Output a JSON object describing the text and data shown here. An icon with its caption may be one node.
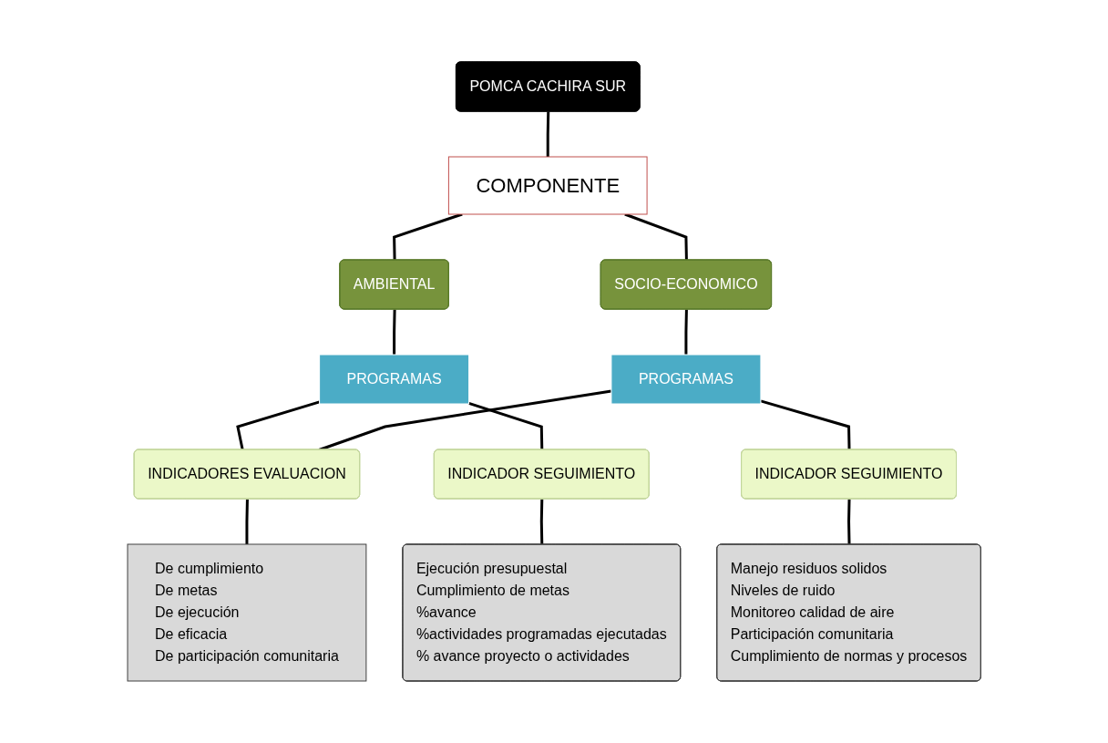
{
  "diagram": {
    "nodes": [
      {
        "text": [
          "POMCA CACHIRA SUR"
        ]
      },
      {
        "text": [
          "COMPONENTE"
        ]
      },
      {
        "text": [
          "AMBIENTAL"
        ]
      },
      {
        "text": [
          "SOCIO-ECONOMICO"
        ]
      },
      {
        "text": [
          "PROGRAMAS"
        ]
      },
      {
        "text": [
          "INDICADORES EVALUACION"
        ]
      },
      {
        "text": [
          "PROGRAMAS"
        ]
      },
      {
        "text": [
          "INDICADOR SEGUIMIENTO"
        ]
      },
      {
        "text": [
          "INDICADOR SEGUIMIENTO"
        ]
      },
      {
        "text": [
          "Ejecución presupuestal",
          "Cumplimiento de metas",
          "%avance",
          "%actividades programadas ejecutadas",
          "% avance proyecto o actividades"
        ]
      },
      {
        "text": [
          "De cumplimiento",
          "De metas",
          "De ejecución",
          "De eficacia",
          "De participación comunitaria"
        ]
      },
      {
        "text": [
          "Manejo residuos solidos",
          "Niveles de ruido",
          "Monitoreo calidad de aire",
          "Participación comunitaria",
          "Cumplimiento de normas y procesos"
        ]
      }
    ],
    "edges": [
      {
        "from": 0,
        "to": 1,
        "arrow": "none"
      },
      {
        "from": 1,
        "to": 2,
        "arrow": "none"
      },
      {
        "from": 1,
        "to": 3,
        "arrow": "none"
      },
      {
        "from": 2,
        "to": 4,
        "arrow": "none"
      },
      {
        "from": 3,
        "to": 6,
        "arrow": "none"
      },
      {
        "from": 4,
        "to": 5,
        "arrow": "none"
      },
      {
        "from": 6,
        "to": 5,
        "arrow": "none"
      },
      {
        "from": 4,
        "to": 7,
        "arrow": "none"
      },
      {
        "from": 6,
        "to": 8,
        "arrow": "none"
      },
      {
        "from": 5,
        "to": 10,
        "arrow": "none"
      },
      {
        "from": 7,
        "to": 9,
        "arrow": "none"
      },
      {
        "from": 8,
        "to": 11,
        "arrow": "none"
      }
    ]
  }
}
